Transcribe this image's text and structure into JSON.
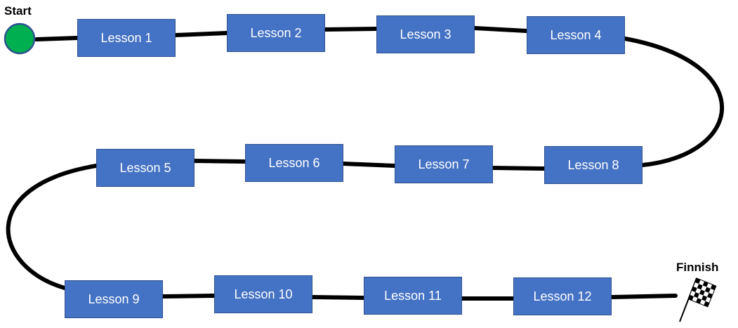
{
  "start": {
    "label": "Start",
    "marker_color": "#00b050"
  },
  "finish": {
    "label": "Finnish"
  },
  "lesson_color": "#4472c4",
  "path_color": "#000000",
  "lessons": [
    "Lesson 1",
    "Lesson 2",
    "Lesson 3",
    "Lesson 4",
    "Lesson 5",
    "Lesson 6",
    "Lesson 7",
    "Lesson 8",
    "Lesson 9",
    "Lesson 10",
    "Lesson 11",
    "Lesson 12"
  ]
}
